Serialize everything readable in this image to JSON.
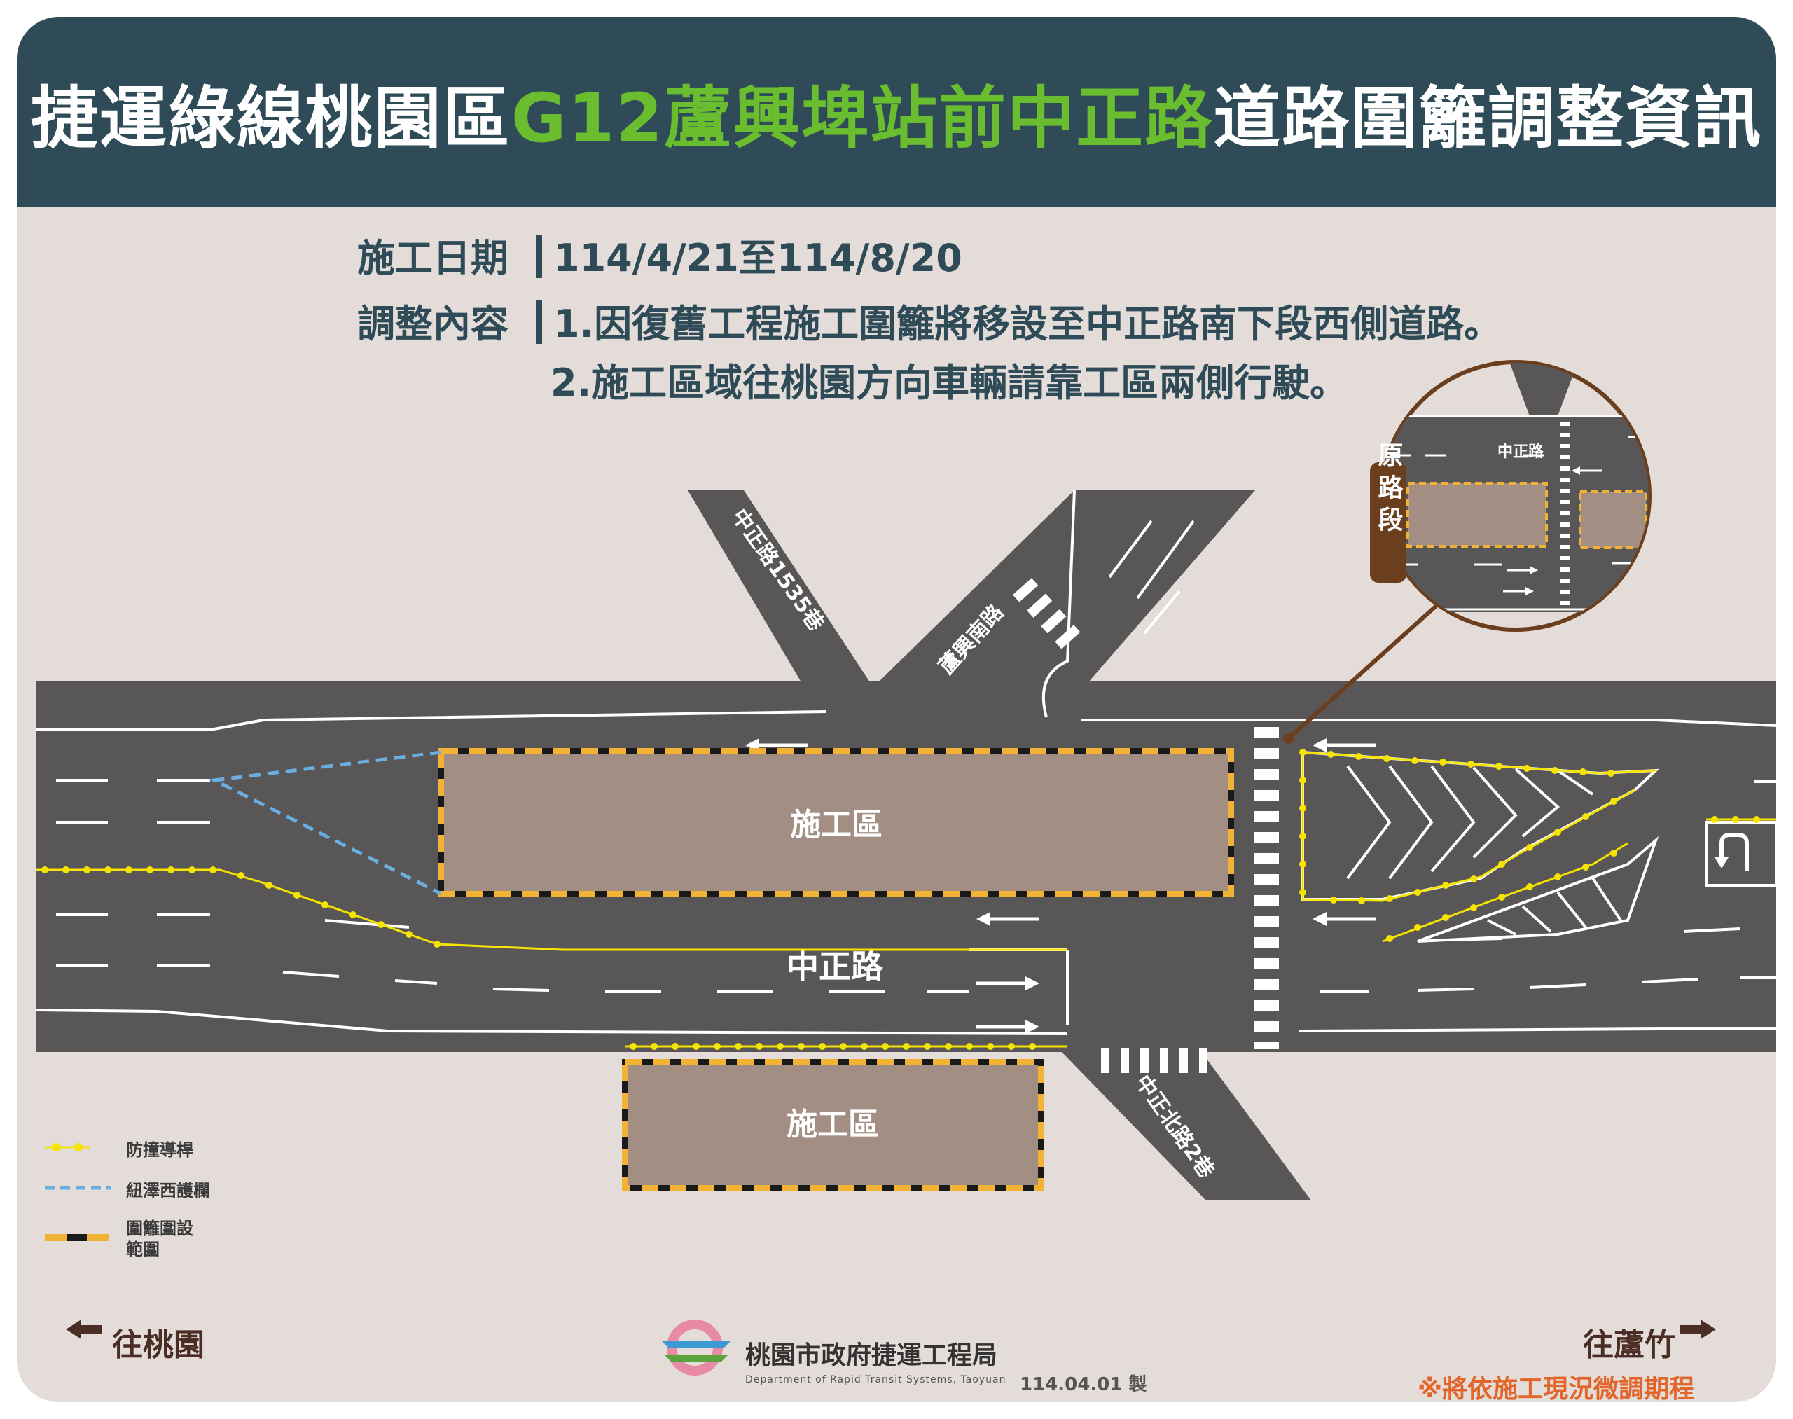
{
  "header": {
    "title_prefix": "捷運綠線桃園區",
    "title_highlight": "G12蘆興埤站前中正路",
    "title_suffix": "道路圍籬調整資訊"
  },
  "info": {
    "date_label": "施工日期",
    "date_value": "114/4/21至114/8/20",
    "content_label": "調整內容",
    "content_item1": "1.因復舊工程施工圍籬將移設至中正路南下段西側道路。",
    "content_item2": "2.施工區域往桃園方向車輛請靠工區兩側行駛。"
  },
  "map": {
    "main_road_label": "中正路",
    "construction_zone_label": "施工區",
    "lane_1535_label": "中正路1535巷",
    "luxing_south_label": "蘆興南路",
    "zhongzheng_north_lane2_label": "中正北路2巷",
    "inset_road_label": "中正路",
    "inset_tag": "原路段"
  },
  "legend": {
    "bollard_label": "防撞導桿",
    "barrier_label": "紐澤西護欄",
    "fence_label_line1": "圍籬圍設",
    "fence_label_line2": "範圍"
  },
  "directions": {
    "left": "往桃園",
    "right": "往蘆竹"
  },
  "footer": {
    "agency_name": "桃園市政府捷運工程局",
    "agency_english": "Department of Rapid Transit Systems, Taoyuan",
    "made_date": "114.04.01 製",
    "note": "※將依施工現況微調期程"
  },
  "colors": {
    "header_bg": "#2e4b57",
    "highlight_green": "#6abd2f",
    "road": "#595657",
    "construction_fill": "#a28e83",
    "fence_yellow": "#f2b234",
    "bollard_yellow": "#f5e300",
    "barrier_blue": "#6aaee0",
    "brown_accent": "#6b3f1d",
    "note_orange": "#e2662a",
    "card_bg": "#e4dcd9"
  },
  "icons": [
    "arrow-left-icon",
    "arrow-right-icon",
    "u-turn-icon",
    "metro-logo-icon"
  ]
}
